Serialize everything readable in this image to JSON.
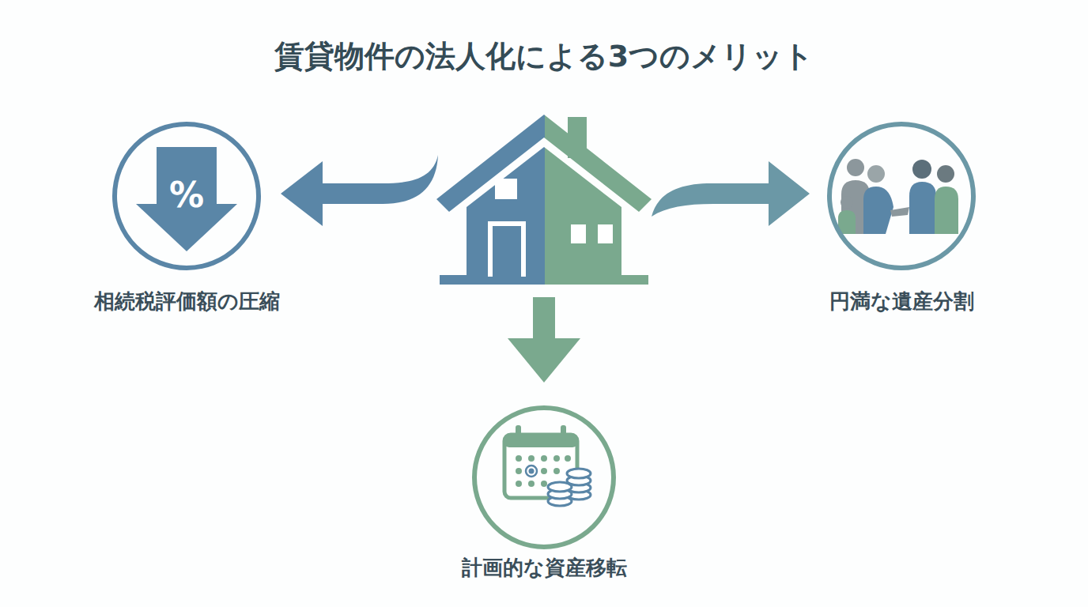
{
  "diagram": {
    "title": "賃貸物件の法人化による3つのメリット",
    "nodes": [
      {
        "text": [
          "相続税評価額の圧縮"
        ]
      },
      {
        "text": [
          "円満な遺産分割"
        ]
      },
      {
        "text": [
          "計画的な資産移転"
        ]
      }
    ],
    "labels": [
      "%"
    ]
  }
}
